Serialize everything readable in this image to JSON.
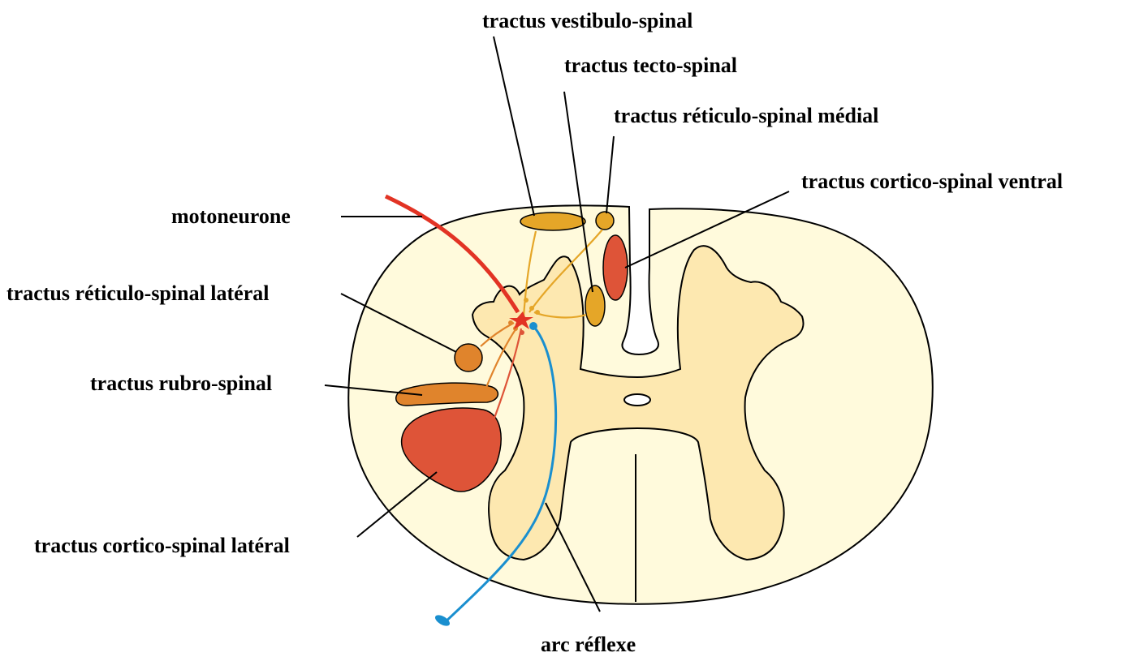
{
  "labels": {
    "vestibulo_spinal": "tractus vestibulo-spinal",
    "tecto_spinal": "tractus tecto-spinal",
    "reticulo_spinal_medial": "tractus réticulo-spinal médial",
    "cortico_spinal_ventral": "tractus cortico-spinal ventral",
    "motoneurone": "motoneurone",
    "reticulo_spinal_lateral": "tractus réticulo-spinal latéral",
    "rubro_spinal": "tractus rubro-spinal",
    "cortico_spinal_lateral": "tractus cortico-spinal latéral",
    "arc_reflexe": "arc réflexe"
  },
  "colors": {
    "white_matter": "#fffadc",
    "grey_matter": "#fde8b0",
    "tract_yellow": "#e5a628",
    "tract_orange": "#e0842c",
    "tract_red": "#de5438",
    "motoneuron": "#e23324",
    "reflex_arc": "#1a8fcf"
  }
}
